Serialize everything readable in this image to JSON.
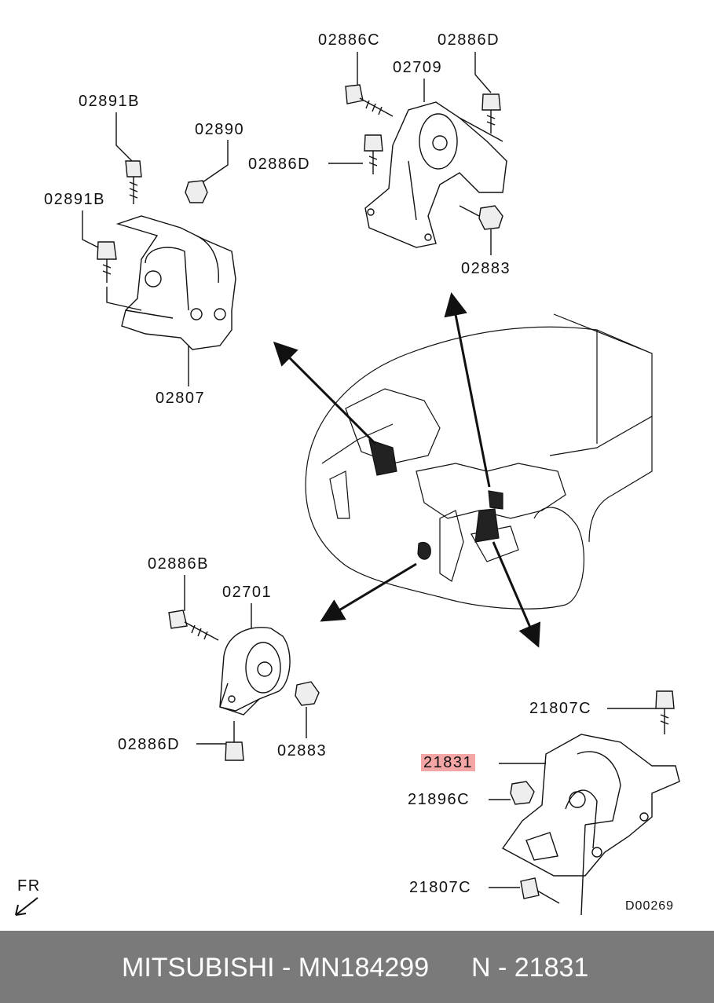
{
  "labels": {
    "p02886C": "02886C",
    "p02886D_top": "02886D",
    "p02709": "02709",
    "p02891B_a": "02891B",
    "p02890": "02890",
    "p02886D_mid": "02886D",
    "p02891B_b": "02891B",
    "p02883_top": "02883",
    "p02807": "02807",
    "p02886B": "02886B",
    "p02701": "02701",
    "p02886D_bot": "02886D",
    "p02883_bot": "02883",
    "p21807C_a": "21807C",
    "p21831": "21831",
    "p21896C": "21896C",
    "p21807C_b": "21807C"
  },
  "highlighted_part": "21831",
  "highlight_color": "#f4a6a6",
  "direction_label": "FR",
  "diagram_code": "D00269",
  "footer": {
    "brand_part": "MITSUBISHI - MN184299",
    "ref": "N - 21831"
  }
}
